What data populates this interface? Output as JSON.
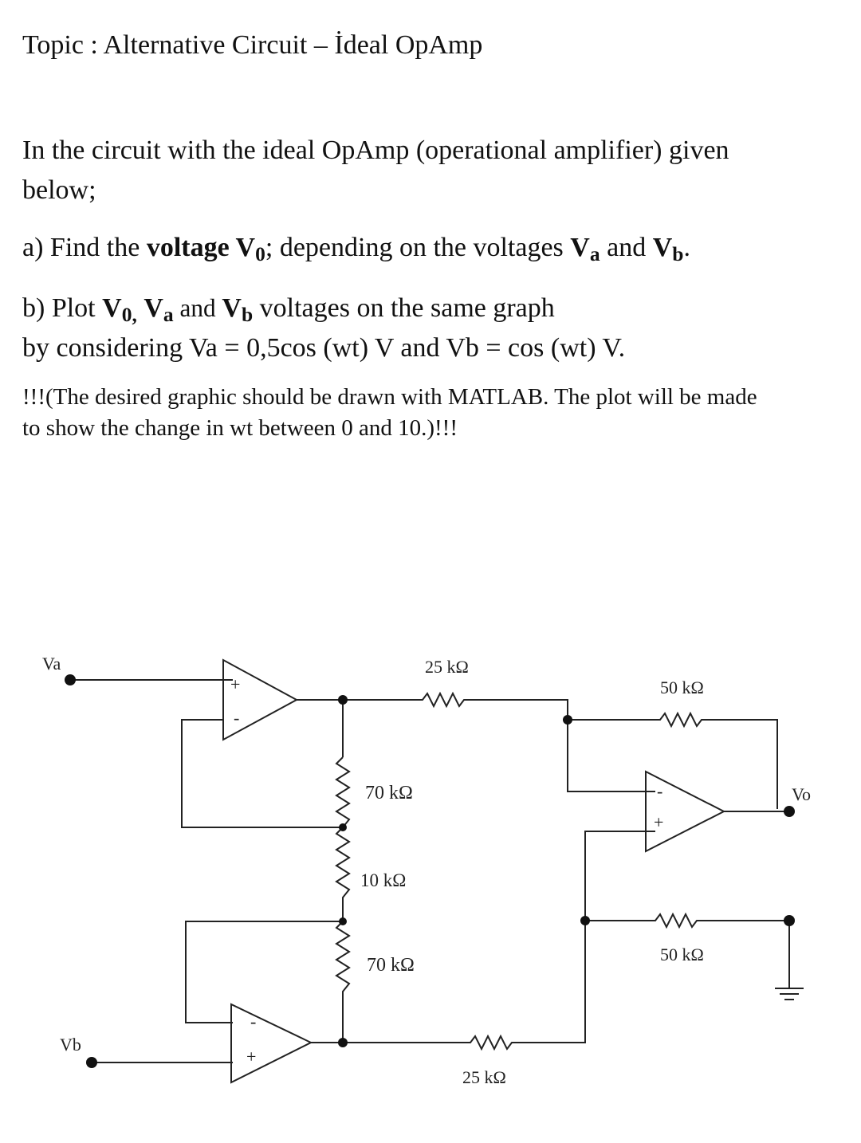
{
  "header": {
    "title": "Topic : Alternative Circuit – İdeal OpAmp"
  },
  "intro": {
    "line1": "In the circuit with the ideal OpAmp (operational amplifier) given",
    "line2": "below;"
  },
  "question_a": {
    "prefix": "a) Find the ",
    "bold_label": "voltage V",
    "bold_sub": "0",
    "mid": "; depending on the voltages ",
    "va_main": "V",
    "va_sub": "a",
    "and": " and ",
    "vb_main": "V",
    "vb_sub": "b",
    "end": "."
  },
  "question_b": {
    "prefix": "b) Plot ",
    "v0_main": "V",
    "v0_sub": "0,",
    "space1": " ",
    "va_main": "V",
    "va_sub": "a",
    "and": " and ",
    "vb_main": "V",
    "vb_sub": "b",
    "rest": " voltages on the same graph",
    "line2": "by considering  Va = 0,5cos (wt) V and Vb = cos (wt) V."
  },
  "note": {
    "line1": "!!!(The desired graphic should be drawn with MATLAB. The plot will be made",
    "line2": "to show the change in wt between 0 and 10.)!!!"
  },
  "circuit": {
    "labels": {
      "va": "Va",
      "vb": "Vb",
      "vo": "Vo",
      "r_top_25": "25 kΩ",
      "r_bottom_25": "25 kΩ",
      "r_fb_50": "50 kΩ",
      "r_gnd_50": "50 kΩ",
      "r_70_top": "70  kΩ",
      "r_10": "10 kΩ",
      "r_70_bottom": "70  kΩ"
    },
    "opamp_pins": {
      "plus": "+",
      "minus": "-"
    }
  }
}
